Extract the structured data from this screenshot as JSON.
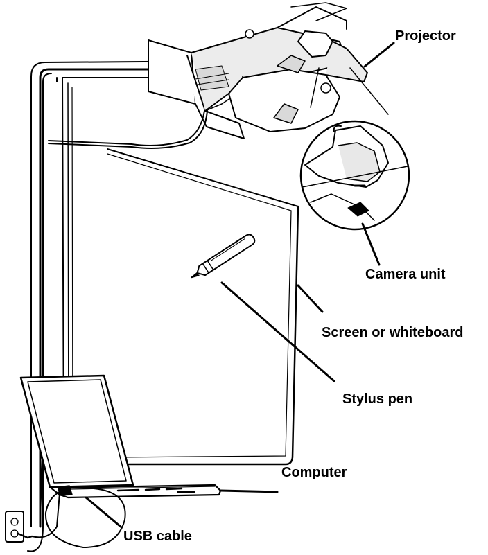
{
  "labels": {
    "projector": "Projector",
    "camera_unit": "Camera unit",
    "screen": "Screen or whiteboard",
    "stylus": "Stylus pen",
    "computer": "Computer",
    "usb_cable": "USB cable"
  },
  "colors": {
    "ink": "#000000",
    "paper": "#ffffff",
    "shade": "#d9d9d9",
    "shade_light": "#ececec"
  },
  "icons": [
    "projector-icon",
    "camera-unit-icon",
    "stylus-pen-icon",
    "laptop-icon",
    "power-outlet-icon",
    "usb-cable-icon"
  ]
}
